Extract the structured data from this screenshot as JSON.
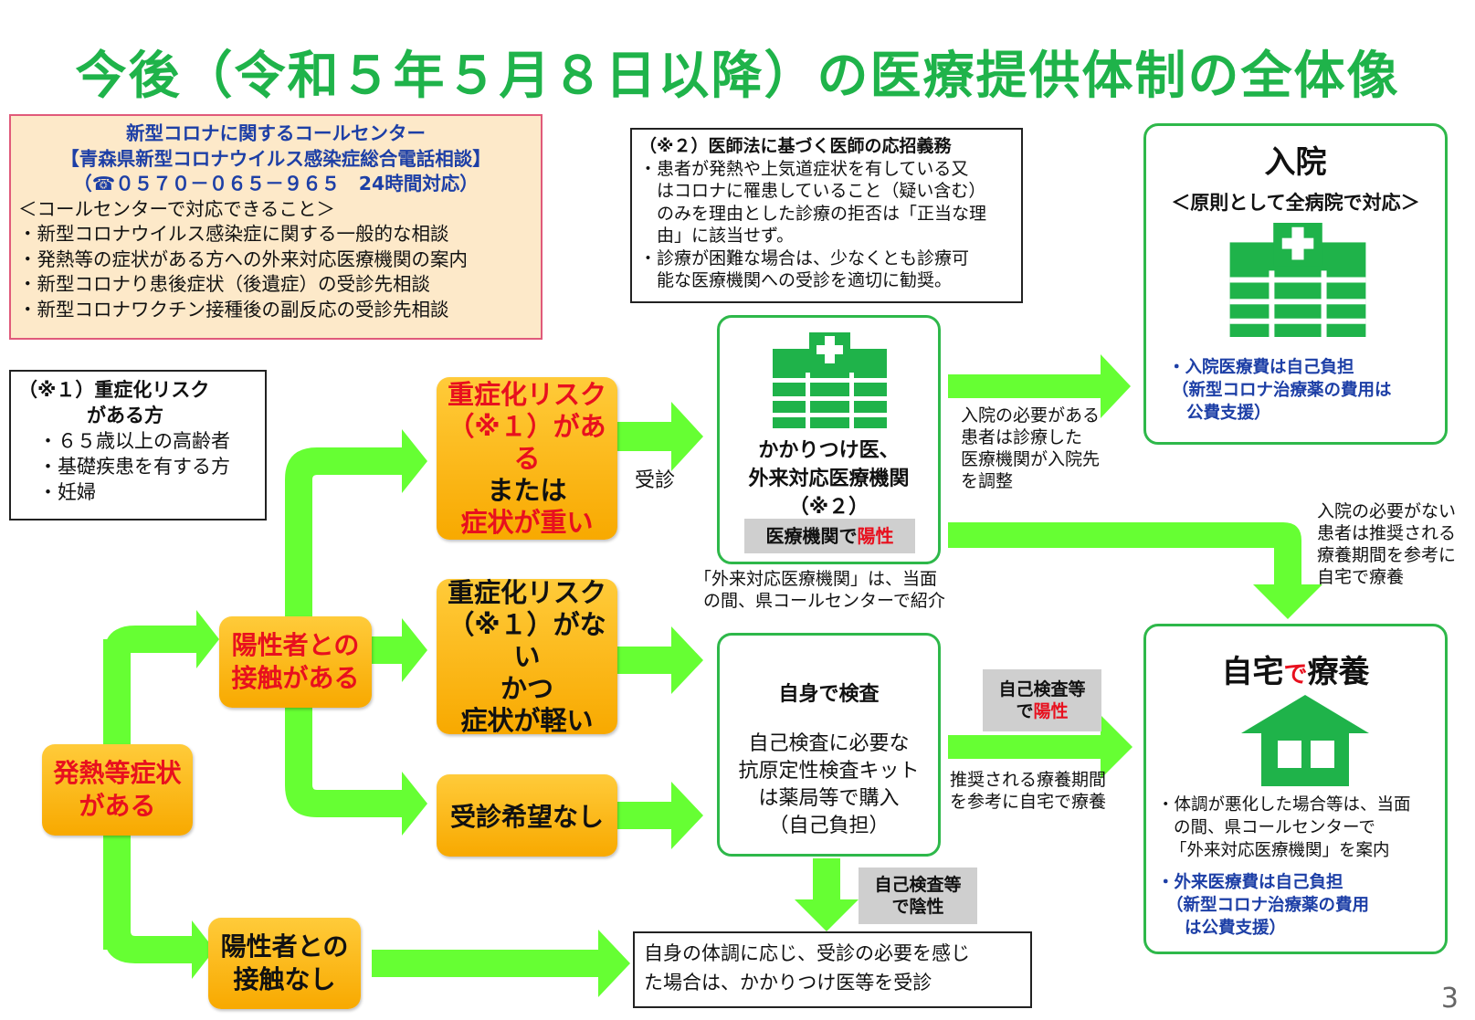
{
  "title": "今後（令和５年５月８日以降）の医療提供体制の全体像",
  "call_center": {
    "line1": "新型コロナに関するコールセンター",
    "line2": "【青森県新型コロナウイルス感染症総合電話相談】",
    "line3": "（☎０５７０－０６５－９６５　24時間対応）",
    "subhead": "＜コールセンターで対応できること＞",
    "items": [
      "・新型コロナウイルス感染症に関する一般的な相談",
      "・発熱等の症状がある方への外来対応医療機関の案内",
      "・新型コロナり患後症状（後遺症）の受診先相談",
      "・新型コロナワクチン接種後の副反応の受診先相談"
    ]
  },
  "note2": {
    "heading": "（※２）医師法に基づく医師の応招義務",
    "lines": [
      "・患者が発熱や上気道症状を有している又",
      "　はコロナに罹患していること（疑い含む）",
      "　のみを理由とした診療の拒否は「正当な理",
      "　由」に該当せず。",
      "・診療が困難な場合は、少なくとも診療可",
      "　能な医療機関への受診を適切に勧奨。"
    ]
  },
  "note1": {
    "heading1": "（※１）重症化リスク",
    "heading2": "がある方",
    "items": [
      "・６５歳以上の高齢者",
      "・基礎疾患を有する方",
      "・妊婦"
    ]
  },
  "fever": {
    "l1": "発熱等症状",
    "l2": "がある"
  },
  "contact_yes": {
    "l1": "陽性者との",
    "l2": "接触がある"
  },
  "contact_no": {
    "l1": "陽性者との",
    "l2": "接触なし"
  },
  "high_risk": {
    "l1": "重症化リスク",
    "l2": "（※１）がある",
    "l3": "または",
    "l4": "症状が重い"
  },
  "low_risk": {
    "l1": "重症化リスク",
    "l2": "（※１）がない",
    "l3": "かつ",
    "l4": "症状が軽い"
  },
  "no_visit": "受診希望なし",
  "visit_label": "受診",
  "clinic": {
    "l1": "かかりつけ医、",
    "l2": "外来対応医療機関",
    "l3": "（※２）",
    "badge_a": "医療機関で",
    "badge_b": "陽性"
  },
  "clinic_note": {
    "l1": "「外来対応医療機関」は、当面",
    "l2": "の間、県コールセンターで紹介"
  },
  "self_test": {
    "heading": "自身で検査",
    "l1": "自己検査に必要な",
    "l2": "抗原定性検査キット",
    "l3": "は薬局等で購入",
    "l4": "（自己負担）"
  },
  "self_positive": {
    "l1": "自己検査等",
    "l2a": "で",
    "l2b": "陽性"
  },
  "self_negative": {
    "l1": "自己検査等",
    "l2": "で陰性"
  },
  "recommend_home": {
    "l1": "推奨される療養期間",
    "l2": "を参考に自宅で療養"
  },
  "hospital_note": {
    "l1": "入院の必要がある",
    "l2": "患者は診療した",
    "l3": "医療機関が入院先",
    "l4": "を調整"
  },
  "no_hospital_note": {
    "l1": "入院の必要がない",
    "l2": "患者は推奨される",
    "l3": "療養期間を参考に",
    "l4": "自宅で療養"
  },
  "hospital": {
    "title": "入院",
    "subtitle": "＜原則として全病院で対応＞",
    "b1": "・入院医療費は自己負担",
    "b2": "（新型コロナ治療薬の費用は",
    "b3": "公費支援）"
  },
  "home": {
    "title_a": "自宅",
    "title_b": "で",
    "title_c": "療養",
    "n1": "・体調が悪化した場合等は、当面",
    "n2": "の間、県コールセンターで",
    "n3": "「外来対応医療機関」を案内",
    "b1": "・外来医療費は自己負担",
    "b2": "（新型コロナ治療薬の費用",
    "b3": "は公費支援）"
  },
  "bottom_box": {
    "l1": "自身の体調に応じ、受診の必要を感じ",
    "l2": "た場合は、かかりつけ医等を受診"
  },
  "page_number": "3",
  "colors": {
    "title_green": "#1fb34a",
    "arrow_green": "#66ff33",
    "box_green": "#2eb84a",
    "orange": "#f8a900",
    "red": "#e8101e",
    "navy": "#1d3fa6"
  }
}
